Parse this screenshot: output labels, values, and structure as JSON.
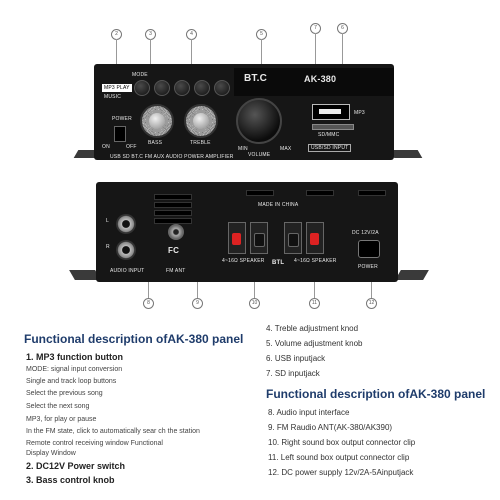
{
  "front": {
    "labels": {
      "mode": "MODE",
      "logo": "MP3 PLAY",
      "music": "MUSIC",
      "power": "POWER",
      "on": "ON",
      "off": "OFF",
      "bass": "BASS",
      "treble": "TREBLE",
      "brand": "BT.C",
      "model": "AK-380",
      "volume": "VOLUME",
      "min": "MIN",
      "max": "MAX",
      "mp3": "MP3",
      "sdmmc": "SD/MMC",
      "usbsd": "USB/SD INPUT",
      "bottom": "USB SD BT.C FM AUX AUDIO POWER AMPLIFIER"
    },
    "callouts": [
      "2",
      "3",
      "4",
      "5",
      "7",
      "6"
    ]
  },
  "rear": {
    "labels": {
      "made": "MADE IN CHINA",
      "l": "L",
      "r": "R",
      "audio": "AUDIO INPUT",
      "fc": "FC",
      "fmant": "FM ANT",
      "speaker_left": "4~16Ω SPEAKER",
      "btl": "BTL",
      "speaker_right": "4~16Ω SPEAKER",
      "dc": "DC 12V/2A",
      "power": "POWER"
    },
    "callouts": [
      "8",
      "9",
      "10",
      "11",
      "12"
    ]
  },
  "left_col": {
    "heading": "Functional description ofAK-380 panel",
    "items": [
      {
        "text": "1. MP3 function button",
        "style": "big"
      },
      {
        "text": "MODE: signal input conversion",
        "style": "sub"
      },
      {
        "text": "Single and track loop buttons",
        "style": "sub"
      },
      {
        "text": "Select the previous song",
        "style": "sub"
      },
      {
        "text": "Select the next song",
        "style": "sub"
      },
      {
        "text": "MP3, for play or pause",
        "style": "sub"
      },
      {
        "text": "In the FM state, click to automatically sear ch the station",
        "style": "sub"
      },
      {
        "text": "Remote control receiving window Functional",
        "style": "sub"
      },
      {
        "text": "Display Window",
        "style": "sub"
      },
      {
        "text": "2. DC12V Power switch",
        "style": "big"
      },
      {
        "text": "3. Bass control knob",
        "style": "big"
      }
    ]
  },
  "right_col": {
    "items_top": [
      "4. Treble adjustment knod",
      "5. Volume adjustment knob",
      "6. USB inputjack",
      "7. SD inputjack"
    ],
    "heading": "Functional description ofAK-380 panel",
    "items_bottom": [
      "8. Audio input interface",
      "9. FM Raudio ANT(AK-380/AK390)",
      "10. Right sound box output connector clip",
      "11. Left sound box output connector clip",
      "12. DC power supply 12v/2A-5Ainputjack"
    ]
  }
}
